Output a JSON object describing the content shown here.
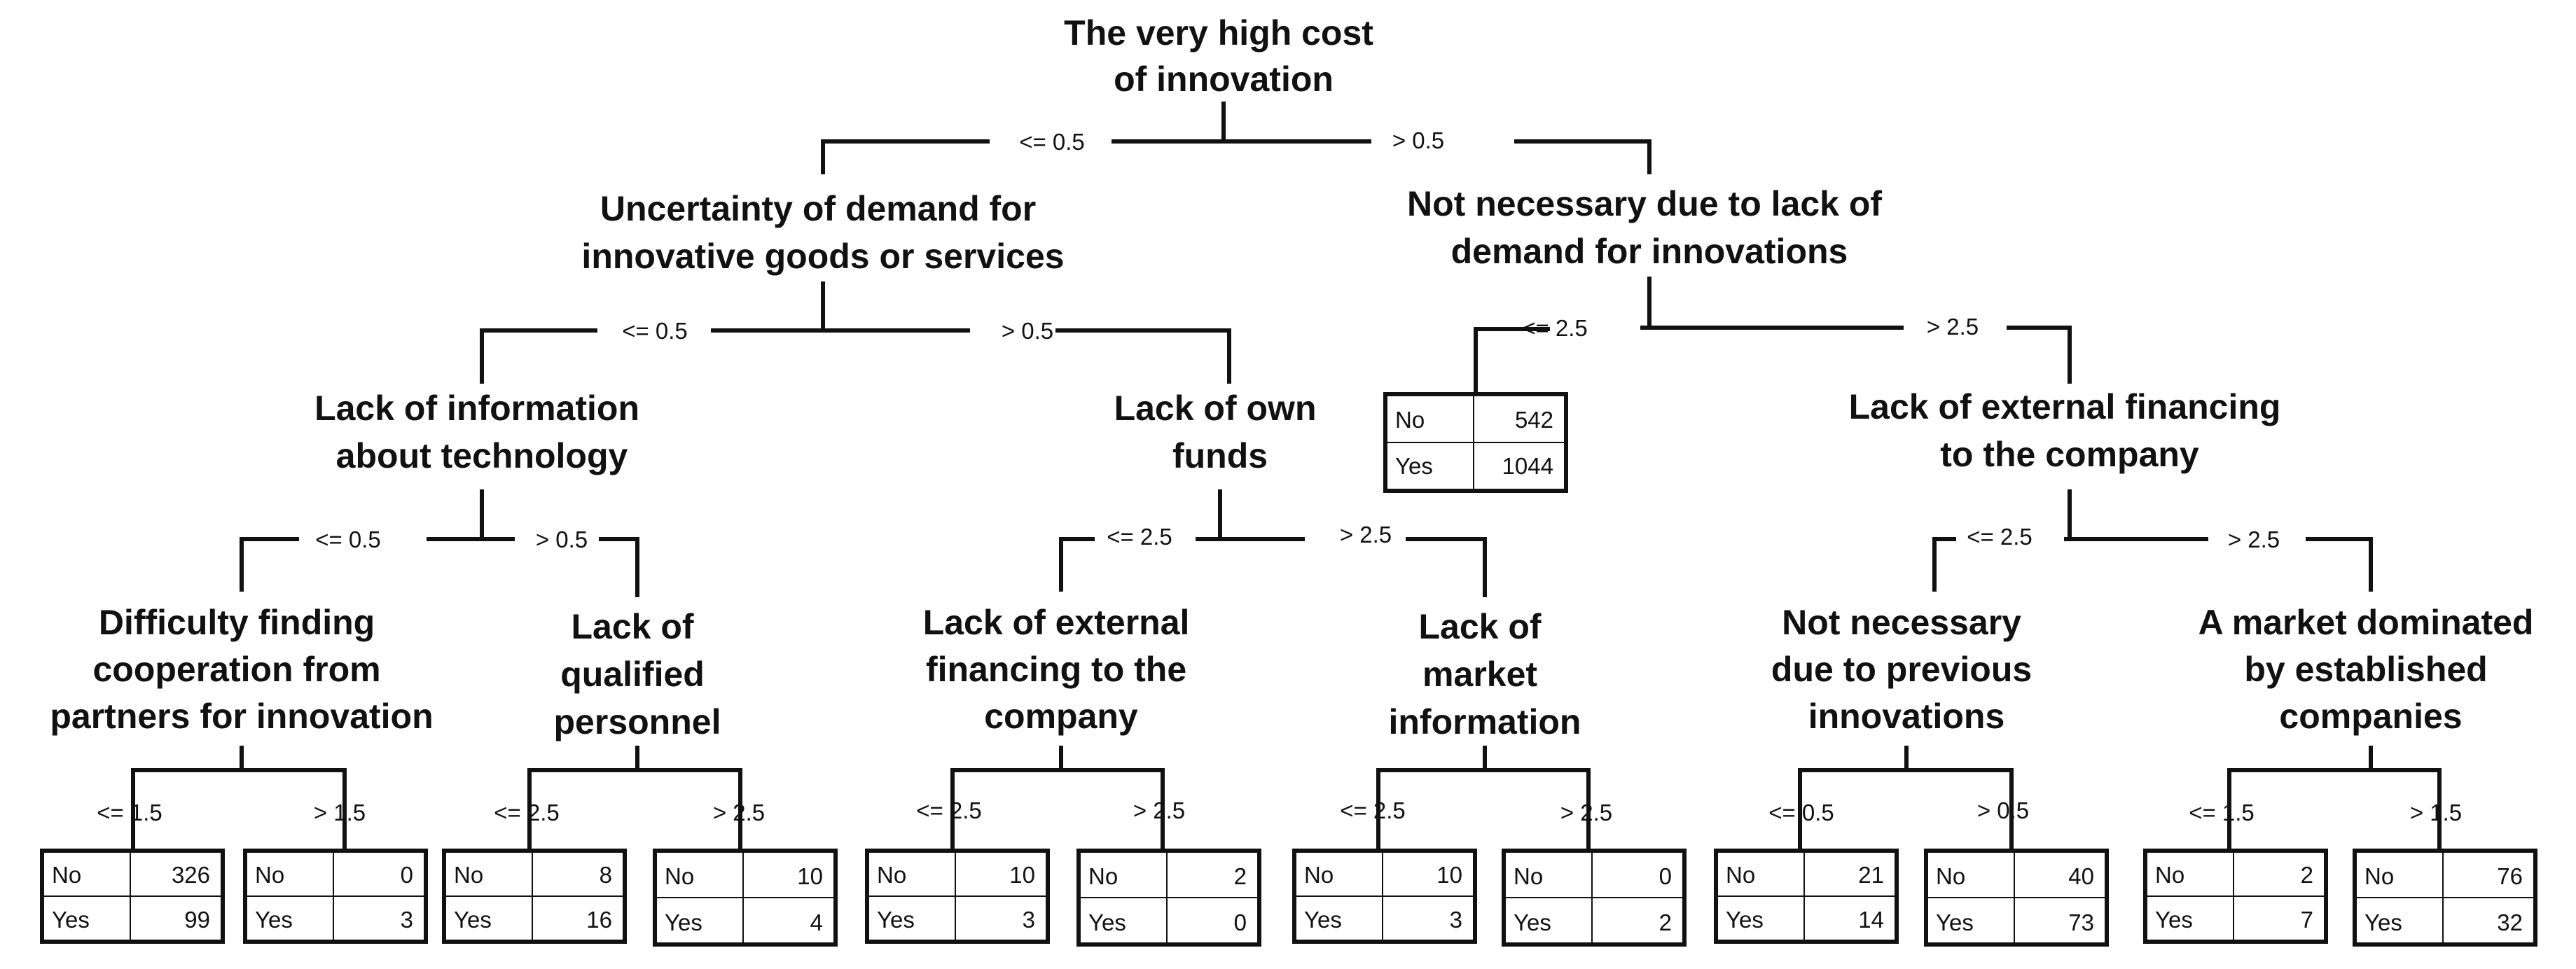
{
  "nodes": {
    "root": [
      "The very high cost",
      "of innovation"
    ],
    "n_demand_uncertainty": [
      "Uncertainty of demand for",
      "innovative goods or services"
    ],
    "n_no_demand": [
      "Not necessary due to lack of",
      "demand for innovations"
    ],
    "n_tech_info": [
      "Lack of information",
      "about technology"
    ],
    "n_own_funds": [
      "Lack of own",
      "funds"
    ],
    "n_ext_fin_company": [
      "Lack of external financing",
      "to the company"
    ],
    "n_cooperation": [
      "Difficulty finding",
      "cooperation from",
      "partners for innovation"
    ],
    "n_qualified": [
      "Lack of",
      "qualified",
      "personnel"
    ],
    "n_ext_fin_2": [
      "Lack of external",
      "financing to the",
      "company"
    ],
    "n_market_info": [
      "Lack of",
      "market",
      "information"
    ],
    "n_prev_innov": [
      "Not necessary",
      "due to previous",
      "innovations"
    ],
    "n_market_dom": [
      "A market dominated",
      "by established",
      "companies"
    ]
  },
  "edges": {
    "root_l": "<= 0.5",
    "root_r": "> 0.5",
    "du_l": "<= 0.5",
    "du_r": "> 0.5",
    "nd_l": "<= 2.5",
    "nd_r": "> 2.5",
    "ti_l": "<= 0.5",
    "ti_r": "> 0.5",
    "of_l": "<= 2.5",
    "of_r": "> 2.5",
    "ef_l": "<= 2.5",
    "ef_r": "> 2.5",
    "co_l": "<= 1.5",
    "co_r": "> 1.5",
    "qp_l": "<= 2.5",
    "qp_r": "> 2.5",
    "e2_l": "<= 2.5",
    "e2_r": "> 2.5",
    "mi_l": "<= 2.5",
    "mi_r": "> 2.5",
    "pi_l": "<= 0.5",
    "pi_r": "> 0.5",
    "md_l": "<= 1.5",
    "md_r": "> 1.5"
  },
  "leaf_labels": {
    "no": "No",
    "yes": "Yes"
  },
  "leaves": {
    "nd_left": {
      "no": 542,
      "yes": 1044
    },
    "co_left": {
      "no": 326,
      "yes": 99
    },
    "co_right": {
      "no": 0,
      "yes": 3
    },
    "qp_left": {
      "no": 8,
      "yes": 16
    },
    "qp_right": {
      "no": 10,
      "yes": 4
    },
    "e2_left": {
      "no": 10,
      "yes": 3
    },
    "e2_right": {
      "no": 2,
      "yes": 0
    },
    "mi_left": {
      "no": 10,
      "yes": 3
    },
    "mi_right": {
      "no": 0,
      "yes": 2
    },
    "pi_left": {
      "no": 21,
      "yes": 14
    },
    "pi_right": {
      "no": 40,
      "yes": 73
    },
    "md_left": {
      "no": 2,
      "yes": 7
    },
    "md_right": {
      "no": 76,
      "yes": 32
    }
  }
}
